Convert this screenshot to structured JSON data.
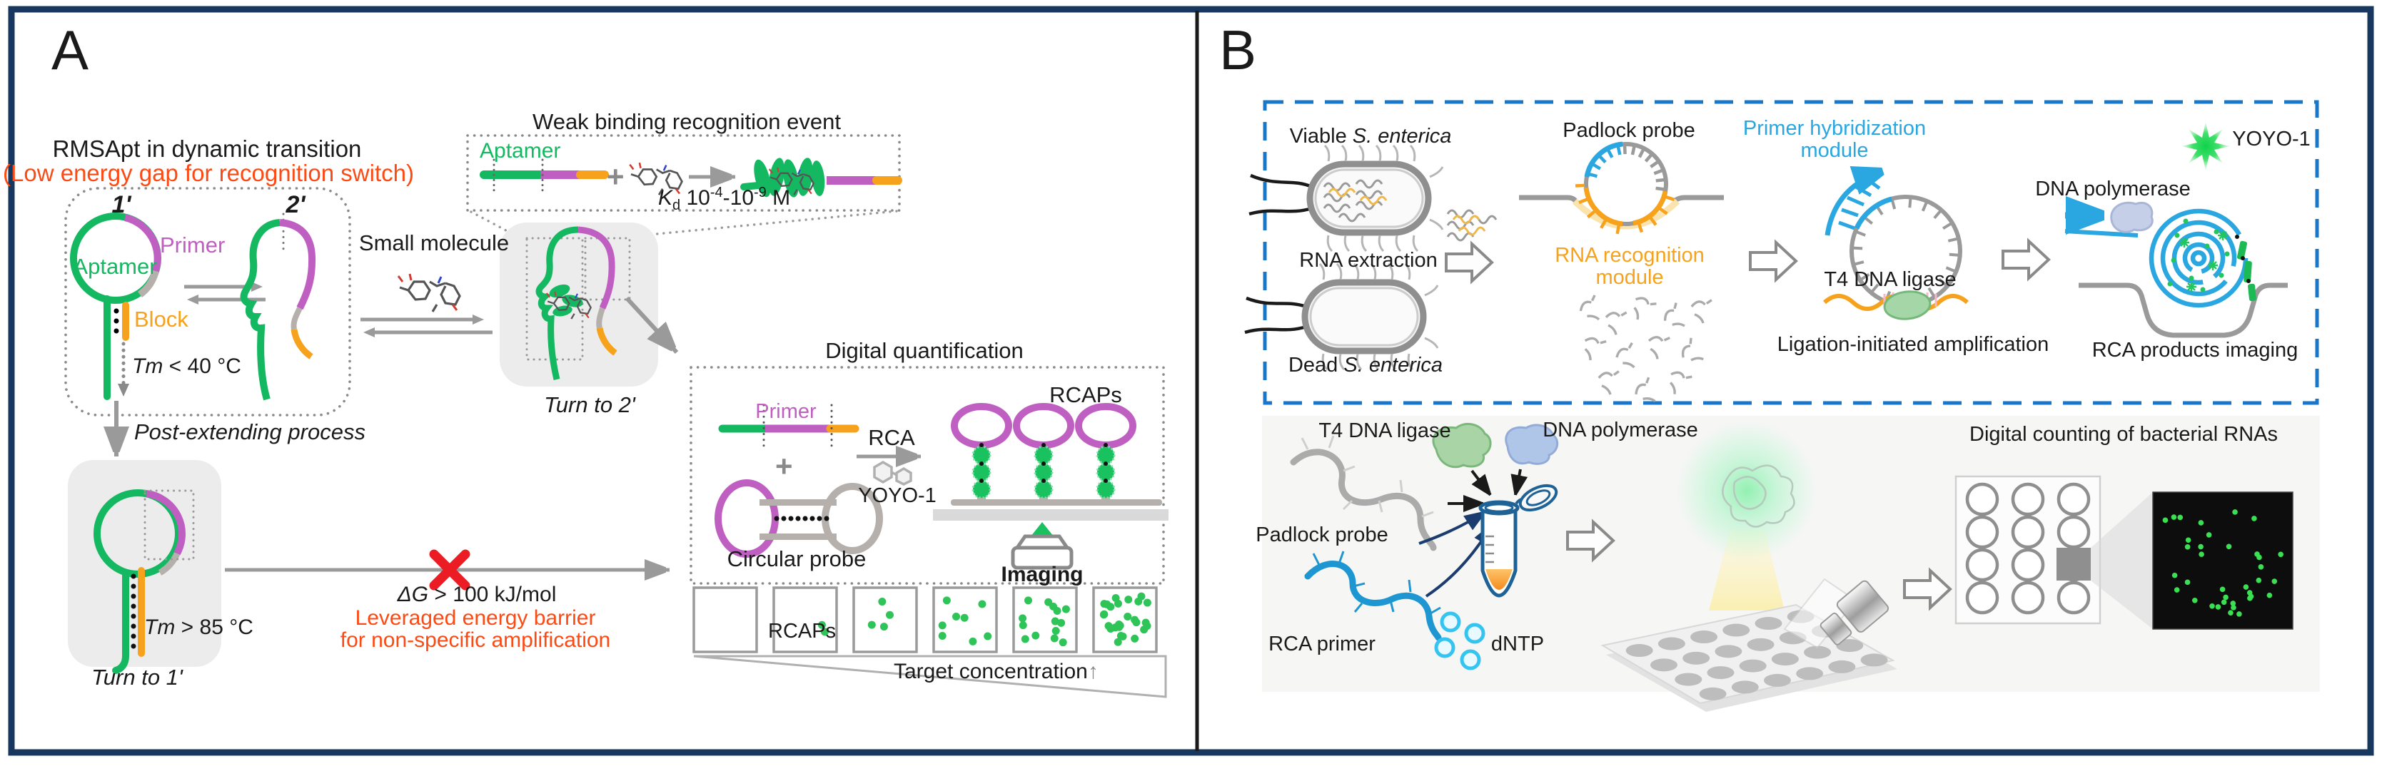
{
  "panelA": {
    "label": "A",
    "title": "RMSApt in dynamic transition",
    "subtitle": "(Low energy gap for recognition switch)",
    "state1": "1'",
    "state2": "2'",
    "aptamer": "Aptamer",
    "primer": "Primer",
    "block": "Block",
    "tm_low": {
      "var": "Tm",
      "rest": " < 40 °C"
    },
    "small_molecule": "Small molecule",
    "weak_binding": {
      "title": "Weak binding recognition event",
      "aptamer": "Aptamer",
      "plus": "+",
      "kd": {
        "k": "K",
        "sub": "d",
        "v1": " 10",
        "sup1": "-4",
        "sep": "-10",
        "sup2": "-9",
        "unit": " M"
      }
    },
    "turn_to_2": "Turn to 2'",
    "post_extending": "Post-extending process",
    "tm_high": {
      "var": "Tm",
      "rest": " > 85 °C"
    },
    "turn_to_1": "Turn to 1'",
    "barrier": {
      "dg_var": "ΔG",
      "dg_rest": " > 100 kJ/mol",
      "line1": "Leveraged energy barrier",
      "line2": "for non-specific amplification"
    },
    "digital": {
      "title": "Digital quantification",
      "primer": "Primer",
      "plus": "+",
      "rca": "RCA",
      "yoyo": "YOYO-1",
      "rcaps": "RCAPs",
      "circular_probe": "Circular probe",
      "imaging": "Imaging"
    },
    "concentration": {
      "rcaps": "RCAPs",
      "target": "Target concentration",
      "arrow": "↑",
      "spot_counts": [
        0,
        2,
        4,
        8,
        14,
        28
      ]
    }
  },
  "panelB": {
    "label": "B",
    "viable_prefix": "Viable ",
    "dead_prefix": "Dead ",
    "species": "S. enterica",
    "rna_extraction": "RNA extraction",
    "padlock_probe_top": "Padlock probe",
    "rna_recognition_line1": "RNA recognition",
    "rna_recognition_line2": "module",
    "primer_hyb_line1": "Primer hybridization",
    "primer_hyb_line2": "module",
    "t4_ligase_top": "T4 DNA ligase",
    "ligation": "Ligation-initiated amplification",
    "yoyo": "YOYO-1",
    "dna_polymerase_top": "DNA polymerase",
    "rca_imaging": "RCA products imaging",
    "t4_ligase_bottom": "T4 DNA ligase",
    "dna_polymerase_bottom": "DNA polymerase",
    "padlock_probe_bottom": "Padlock probe",
    "rca_primer": "RCA primer",
    "dntp": "dNTP",
    "digital_counting": "Digital counting of bacterial RNAs",
    "image_spot_count": 36,
    "well_grid": {
      "rows": 4,
      "cols": 3
    }
  },
  "colors": {
    "border_navy": "#17375e",
    "aptamer_green": "#13b860",
    "primer_magenta": "#c05fc2",
    "block_orange": "#f6a21c",
    "warning_red_text": "#fb4a14",
    "cross_red": "#ec1c24",
    "module_blue": "#2aa6e0",
    "dashed_blue": "#1877c8",
    "gray_arrow": "#9a9a9a"
  }
}
